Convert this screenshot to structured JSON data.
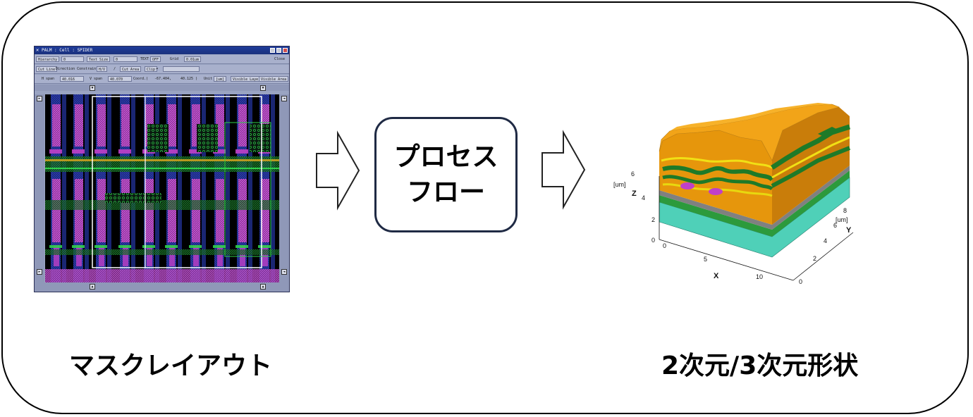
{
  "layout_window": {
    "title": "PALM : Cell : SPIDER",
    "close": "Close",
    "toolbar1": {
      "hierarchy": "Hierarchy",
      "hierarchy_val": "0",
      "text_size": "Text Size",
      "text_size_val": "0",
      "text": "TEXT",
      "text_val": "OFF",
      "grid": "Grid",
      "grid_val": "0.01um"
    },
    "toolbar2": {
      "cut_line": "Cut Line",
      "direction": "Direction Constraint",
      "direction_val": "H/V",
      "slash": "/",
      "cut_area": "Cut Area",
      "clip": "Clip"
    },
    "toolbar3": {
      "hspan": "H span",
      "hspan_val": "40.016",
      "vspan": "V span",
      "vspan_val": "40.070",
      "coord": "Coord.(",
      "coord_x": "-67.404,",
      "coord_y": "40.125 )",
      "unit": "Unit",
      "unit_val": "[um]",
      "visible_layer": "Visible Layer",
      "visible_area": "Visible Area"
    }
  },
  "process_box": {
    "line1": "プロセス",
    "line2": "フロー"
  },
  "captions": {
    "left": "マスクレイアウト",
    "right": "2次元/3次元形状"
  },
  "plot3d": {
    "z_unit": "[um]",
    "z_label": "Z",
    "z_ticks": [
      "0",
      "2",
      "4",
      "6"
    ],
    "x_label": "X",
    "x_ticks": [
      "0",
      "5",
      "10"
    ],
    "y_unit": "[um]",
    "y_label": "Y",
    "y_ticks": [
      "0",
      "2",
      "4",
      "6",
      "8"
    ]
  },
  "colors": {
    "frame": "#000000",
    "process_border": "#1f2a44",
    "mask_magenta": "#c040c8",
    "mask_green": "#2fd04a",
    "surface_orange": "#e6960c"
  }
}
